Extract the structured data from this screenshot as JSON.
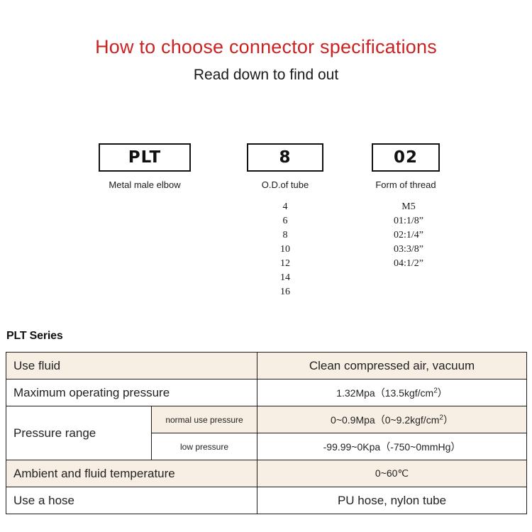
{
  "header": {
    "title": "How to choose connector specifications",
    "subtitle": "Read down to find out",
    "title_color": "#cc2222"
  },
  "decoder": {
    "columns": [
      {
        "code": "PLT",
        "caption": "Metal male elbow",
        "options": []
      },
      {
        "code": "8",
        "caption": "O.D.of tube",
        "options": [
          "4",
          "6",
          "8",
          "10",
          "12",
          "14",
          "16"
        ]
      },
      {
        "code": "02",
        "caption": "Form of thread",
        "options": [
          "M5",
          "01:1/8”",
          "02:1/4”",
          "03:3/8”",
          "04:1/2”"
        ]
      }
    ]
  },
  "spec": {
    "series_label": "PLT Series",
    "tint_color": "#f7efe3",
    "rows": [
      {
        "label": "Use fluid",
        "sub_label": null,
        "value": "Clean compressed air, vacuum",
        "value_sup": null,
        "value_tail": null,
        "shaded": true
      },
      {
        "label": "Maximum operating pressure",
        "sub_label": null,
        "value": "1.32Mpa（13.5kgf/cm",
        "value_sup": "2",
        "value_tail": "）",
        "shaded": false
      },
      {
        "label": "Pressure range",
        "sub_label": "normal use pressure",
        "value": "0~0.9Mpa（0~9.2kgf/cm",
        "value_sup": "2",
        "value_tail": "）",
        "shaded": true
      },
      {
        "label": "",
        "sub_label": "low pressure",
        "value": "-99.99~0Kpa（-750~0mmHg）",
        "value_sup": null,
        "value_tail": null,
        "shaded": false
      },
      {
        "label": "Ambient and fluid temperature",
        "sub_label": null,
        "value": "0~60℃",
        "value_sup": null,
        "value_tail": null,
        "shaded": true
      },
      {
        "label": "Use a hose",
        "sub_label": null,
        "value": "PU hose, nylon tube",
        "value_sup": null,
        "value_tail": null,
        "shaded": false
      }
    ]
  }
}
